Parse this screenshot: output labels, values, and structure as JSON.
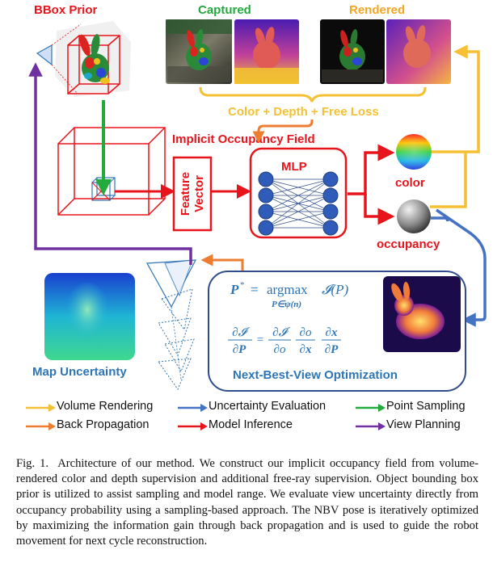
{
  "labels": {
    "bbox_prior": "BBox Prior",
    "captured": "Captured",
    "rendered": "Rendered",
    "loss": "Color + Depth + Free Loss",
    "iof": "Implicit Occupancy Field",
    "feature_line1": "Feature",
    "feature_line2": "Vector",
    "mlp": "MLP",
    "color": "color",
    "occupancy": "occupancy",
    "map_uncertainty": "Map Uncertainty",
    "nbv": "Next-Best-View Optimization"
  },
  "equation": {
    "p_star": "P",
    "sup": "*",
    "equals": "=",
    "argmax": "argmax",
    "sub": "P∈ψ(n)",
    "info": "𝓘(P)",
    "grad_lhs_num": "∂𝓘",
    "grad_lhs_den": "∂P",
    "f1_num": "∂𝓘",
    "f1_den": "∂o",
    "f2_num": "∂o",
    "f2_den": "∂x",
    "f3_num": "∂x",
    "f3_den": "∂P"
  },
  "legend": [
    {
      "label": "Volume Rendering",
      "color": "#f5c033"
    },
    {
      "label": "Uncertainty Evaluation",
      "color": "#4472c4"
    },
    {
      "label": "Point Sampling",
      "color": "#22aa3c"
    },
    {
      "label": "Back Propagation",
      "color": "#ed7d31"
    },
    {
      "label": "Model Inference",
      "color": "#e8141b"
    },
    {
      "label": "View Planning",
      "color": "#7030a0"
    }
  ],
  "caption": {
    "fig": "Fig. 1.",
    "text": "Architecture of our method. We construct our implicit occupancy field from volume-rendered color and depth supervision and additional free-ray supervision. Object bounding box prior is utilized to assist sampling and model range. We evaluate view uncertainty directly from occupancy probability using a sampling-based approach. The NBV pose is iteratively optimized by maximizing the information gain through back propagation and is used to guide the robot movement for next cycle reconstruction."
  },
  "colors": {
    "red": "#e8141b",
    "blue": "#4472c4",
    "navy": "#2f4d8a",
    "yellow": "#f5c033",
    "orange": "#ed7d31",
    "green": "#22aa3c",
    "purple": "#7030a0",
    "label_blue": "#2e75b6"
  }
}
